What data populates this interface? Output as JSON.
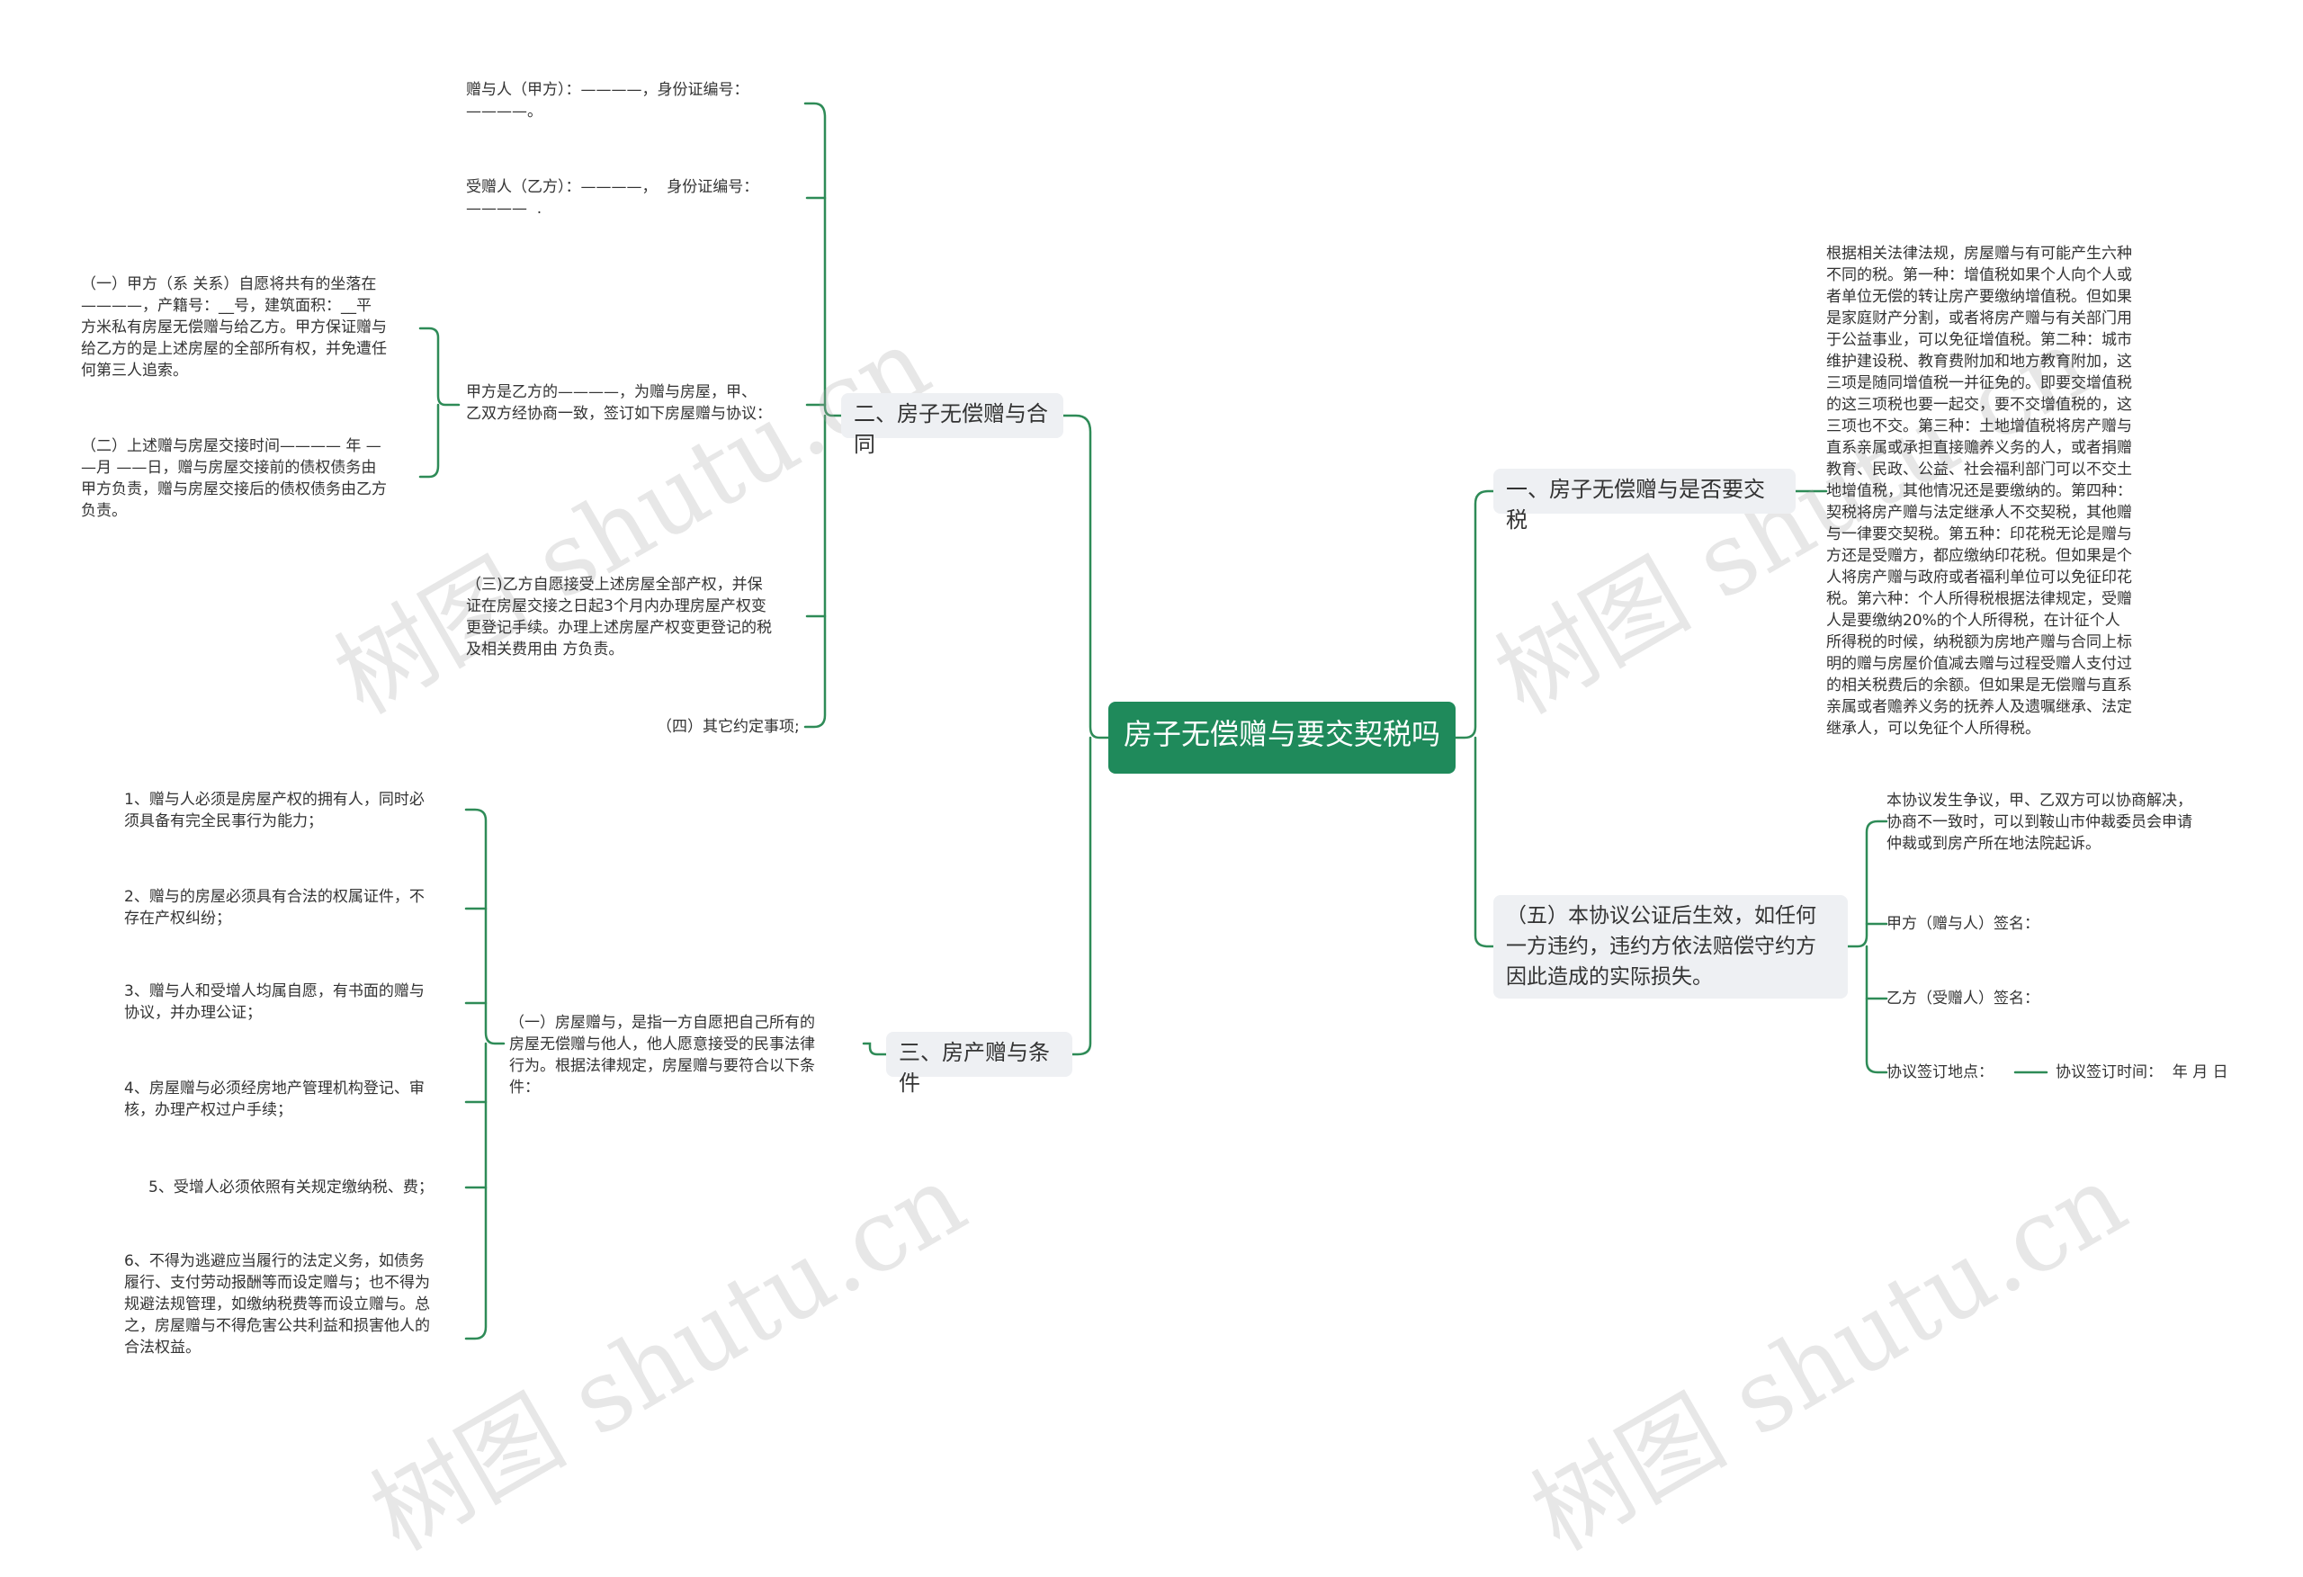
{
  "root": "房子无偿赠与要交契税吗",
  "branches": {
    "b1": "二、房子无偿赠与合同",
    "b2": "三、房产赠与条件",
    "b3": "一、房子无偿赠与是否要交税",
    "b4": "（五）本协议公证后生效，如任何\n一方违约，违约方依法赔偿守约方\n因此造成的实际损失。"
  },
  "contract": {
    "donor": "赠与人（甲方）：————，身份证编号：\n————。",
    "recipient": "受赠人（乙方）：————，  身份证编号：\n————  .",
    "agreement": "甲方是乙方的————，为赠与房屋，甲、\n乙双方经协商一致，签订如下房屋赠与协议：",
    "clause1": "（一）甲方（系 关系）自愿将共有的坐落在\n————，产籍号：__号，建筑面积：__平\n方米私有房屋无偿赠与给乙方。甲方保证赠与\n给乙方的是上述房屋的全部所有权，并免遭任\n何第三人追索。",
    "clause2": "（二）上述赠与房屋交接时间———— 年 —\n—月 ——日，赠与房屋交接前的债权债务由\n甲方负责，赠与房屋交接后的债权债务由乙方\n负责。",
    "clause3": "（三)乙方自愿接受上述房屋全部产权，并保\n证在房屋交接之日起3个月内办理房屋产权变\n更登记手续。办理上述房屋产权变更登记的税\n及相关费用由 方负责。",
    "clause4": "（四）其它约定事项;"
  },
  "conditions": {
    "intro": "（一）房屋赠与，是指一方自愿把自己所有的\n房屋无偿赠与他人，他人愿意接受的民事法律\n行为。根据法律规定，房屋赠与要符合以下条\n件：",
    "items": [
      "1、赠与人必须是房屋产权的拥有人，同时必\n须具备有完全民事行为能力；",
      "2、赠与的房屋必须具有合法的权属证件，不\n存在产权纠纷；",
      "3、赠与人和受增人均属自愿，有书面的赠与\n协议，并办理公证；",
      "4、房屋赠与必须经房地产管理机构登记、审\n核，办理产权过户手续；",
      "5、受增人必须依照有关规定缴纳税、费；",
      "6、不得为逃避应当履行的法定义务，如债务\n履行、支付劳动报酬等而设定赠与；也不得为\n规避法规管理，如缴纳税费等而设立赠与。总\n之，房屋赠与不得危害公共利益和损害他人的\n合法权益。"
    ]
  },
  "tax": {
    "text": "根据相关法律法规，房屋赠与有可能产生六种\n不同的税。第一种：增值税如果个人向个人或\n者单位无偿的转让房产要缴纳增值税。但如果\n是家庭财产分割，或者将房产赠与有关部门用\n于公益事业，可以免征增值税。第二种：城市\n维护建设税、教育费附加和地方教育附加，这\n三项是随同增值税一并征免的。即要交增值税\n的这三项税也要一起交，要不交增值税的，这\n三项也不交。第三种：土地增值税将房产赠与\n直系亲属或承担直接赡养义务的人，或者捐赠\n教育、民政、公益、社会福利部门可以不交土\n地增值税，其他情况还是要缴纳的。第四种：\n契税将房产赠与法定继承人不交契税，其他赠\n与一律要交契税。第五种：印花税无论是赠与\n方还是受赠方，都应缴纳印花税。但如果是个\n人将房产赠与政府或者福利单位可以免征印花\n税。第六种：个人所得税根据法律规定，受赠\n人是要缴纳20%的个人所得税，在计征个人\n所得税的时候，纳税额为房地产赠与合同上标\n明的赠与房屋价值减去赠与过程受赠人支付过\n的相关税费后的余额。但如果是无偿赠与直系\n亲属或者赡养义务的抚养人及遗嘱继承、法定\n继承人，可以免征个人所得税。"
  },
  "effect": {
    "dispute": "本协议发生争议，甲、乙双方可以协商解决，\n协商不一致时，可以到鞍山市仲裁委员会申请\n仲裁或到房产所在地法院起诉。",
    "partyA": "甲方（赠与人）签名：",
    "partyB": "乙方（受赠人）签名：",
    "place": "协议签订地点：",
    "time": "协议签订时间：  年 月 日"
  },
  "watermark": "树图 shutu.cn",
  "colors": {
    "line": "#2e8b57",
    "root_bg": "#1f8a5b",
    "branch_bg": "#eef0f3"
  }
}
